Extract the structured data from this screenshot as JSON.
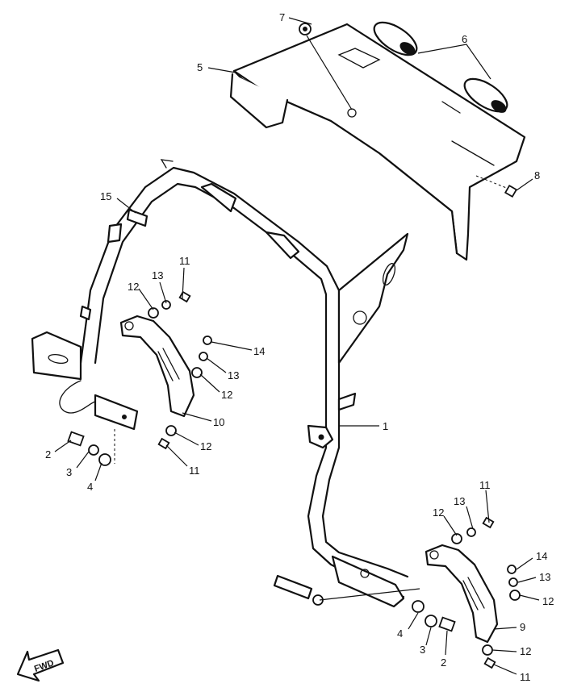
{
  "diagram": {
    "fwd_label": "FWD",
    "callouts": [
      {
        "id": "c1",
        "label": "1"
      },
      {
        "id": "c2a",
        "label": "2"
      },
      {
        "id": "c2b",
        "label": "2"
      },
      {
        "id": "c3a",
        "label": "3"
      },
      {
        "id": "c3b",
        "label": "3"
      },
      {
        "id": "c4a",
        "label": "4"
      },
      {
        "id": "c4b",
        "label": "4"
      },
      {
        "id": "c5",
        "label": "5"
      },
      {
        "id": "c6",
        "label": "6"
      },
      {
        "id": "c7",
        "label": "7"
      },
      {
        "id": "c8",
        "label": "8"
      },
      {
        "id": "c9",
        "label": "9"
      },
      {
        "id": "c10",
        "label": "10"
      },
      {
        "id": "c11a",
        "label": "11"
      },
      {
        "id": "c11b",
        "label": "11"
      },
      {
        "id": "c11c",
        "label": "11"
      },
      {
        "id": "c11d",
        "label": "11"
      },
      {
        "id": "c12a",
        "label": "12"
      },
      {
        "id": "c12b",
        "label": "12"
      },
      {
        "id": "c12c",
        "label": "12"
      },
      {
        "id": "c12d",
        "label": "12"
      },
      {
        "id": "c12e",
        "label": "12"
      },
      {
        "id": "c12f",
        "label": "12"
      },
      {
        "id": "c13a",
        "label": "13"
      },
      {
        "id": "c13b",
        "label": "13"
      },
      {
        "id": "c13c",
        "label": "13"
      },
      {
        "id": "c13d",
        "label": "13"
      },
      {
        "id": "c14a",
        "label": "14"
      },
      {
        "id": "c14b",
        "label": "14"
      },
      {
        "id": "c15",
        "label": "15"
      }
    ]
  }
}
